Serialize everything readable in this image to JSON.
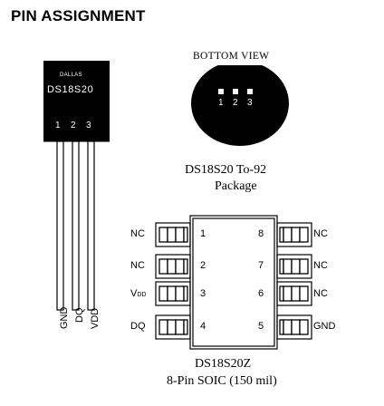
{
  "heading": "PIN ASSIGNMENT",
  "to92": {
    "brand": "DALLAS",
    "part": "DS18S20",
    "pin_numbers": [
      "1",
      "2",
      "3"
    ],
    "pin_labels": [
      "GND",
      "DQ",
      "VDD"
    ],
    "bottom_view_label": "BOTTOM VIEW",
    "bottom_pin_numbers": [
      "1",
      "2",
      "3"
    ],
    "package_title": "DS18S20 To-92",
    "package_subtitle": "Package"
  },
  "soic": {
    "left_labels": [
      "NC",
      "NC",
      "V",
      "DQ"
    ],
    "vdd_subscript": "DD",
    "left_numbers": [
      "1",
      "2",
      "3",
      "4"
    ],
    "right_numbers": [
      "8",
      "7",
      "6",
      "5"
    ],
    "right_labels": [
      "NC",
      "NC",
      "NC",
      "GND"
    ],
    "part_label": "DS18S20Z",
    "package_label": "8-Pin SOIC (150 mil)"
  }
}
